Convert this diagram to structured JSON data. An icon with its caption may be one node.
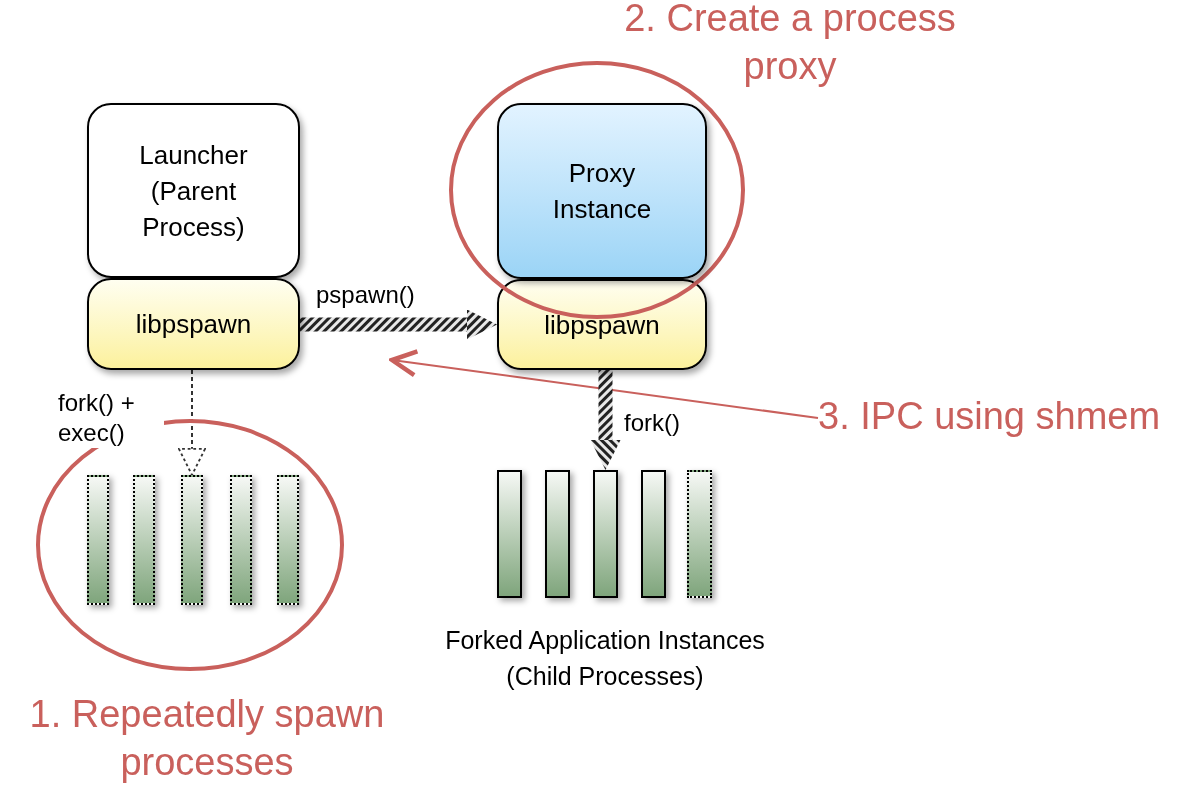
{
  "diagram": {
    "nodes": [
      {
        "text": [
          "2. Create a process proxy"
        ]
      },
      {
        "text": [
          "Launcher (Parent Process)"
        ]
      },
      {
        "text": [
          "Proxy Instance"
        ],
        "in": 0
      },
      {
        "text": [
          "libpspawn"
        ]
      },
      {
        "text": [
          "libpspawn"
        ]
      },
      {
        "text": [
          "3. IPC using shmem"
        ]
      },
      {
        "text": [
          "1. Repeatedly spawn processes"
        ]
      },
      {
        "text": [],
        "shape": "bar",
        "in": 6
      },
      {
        "text": [],
        "shape": "bar",
        "in": 6
      },
      {
        "text": [],
        "shape": "bar",
        "in": 6
      },
      {
        "text": [],
        "shape": "bar",
        "in": 6
      },
      {
        "text": [],
        "shape": "bar",
        "in": 6
      },
      {
        "text": [],
        "shape": "bar"
      },
      {
        "text": [],
        "shape": "bar"
      },
      {
        "text": [],
        "shape": "bar"
      },
      {
        "text": [],
        "shape": "bar"
      },
      {
        "text": [],
        "shape": "bar"
      }
    ],
    "edges": [
      {
        "from": 3,
        "to": 4,
        "arrow": "to",
        "label": "pspawn()",
        "style": "thick"
      },
      {
        "from": 5,
        "to": null,
        "arrow": "to",
        "color": "#c9605c"
      },
      {
        "from": 3,
        "to": 9,
        "arrow": "to",
        "label": "fork() + exec()",
        "style": "dashed",
        "color": "#333333"
      },
      {
        "from": 4,
        "to": 14,
        "arrow": "to",
        "label": "fork()",
        "style": "thick"
      }
    ],
    "labels": [
      "Forked Application Instances (Child Processes)"
    ]
  }
}
